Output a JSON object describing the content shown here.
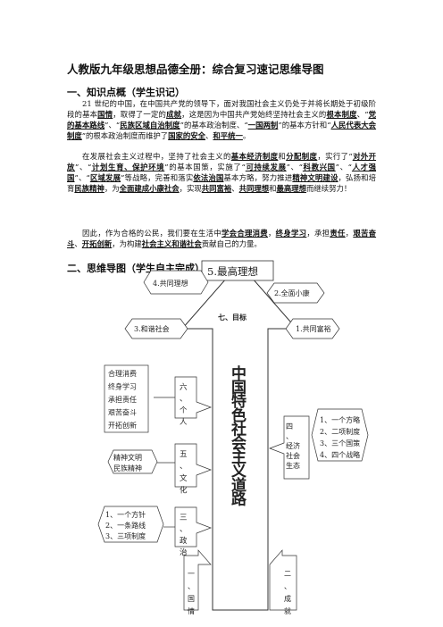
{
  "doc_title": "人教版九年级思想品德全册：综合复习速记思维导图",
  "section1_heading": "一、知识点概（学生识记）",
  "para1": [
    {
      "t": "21 世纪的中国，在中国共产党的领导下，面对我国社会主义仍处于并将长期处于初级阶段的基本"
    },
    {
      "t": "国情",
      "b": true
    },
    {
      "t": "，取得了一定的"
    },
    {
      "t": "成就",
      "b": true
    },
    {
      "t": "，这是因为中国共产党始终坚持社会主义的"
    },
    {
      "t": "根本制度",
      "b": true
    },
    {
      "t": "、“"
    },
    {
      "t": "党的基本路线",
      "b": true
    },
    {
      "t": "”、“"
    },
    {
      "t": "民族区域自治制度",
      "b": true
    },
    {
      "t": "”的基本政治制度、“"
    },
    {
      "t": "一国两制",
      "b": true
    },
    {
      "t": "”的基本方针和“"
    },
    {
      "t": "人民代表大会制度",
      "b": true
    },
    {
      "t": "”的根本政治制度而维护了"
    },
    {
      "t": "国家的安全",
      "b": true
    },
    {
      "t": "、"
    },
    {
      "t": "和平统一",
      "b": true
    },
    {
      "t": "。"
    }
  ],
  "para2": [
    {
      "t": "在发展社会主义过程中，坚持了社会主义的"
    },
    {
      "t": "基本经济制度",
      "b": true
    },
    {
      "t": "和"
    },
    {
      "t": "分配制度",
      "b": true
    },
    {
      "t": "，实行了“"
    },
    {
      "t": "对外开放",
      "b": true
    },
    {
      "t": "”、“"
    },
    {
      "t": "计划生育、保护环境",
      "b": true
    },
    {
      "t": "”的基本国策，实施了“"
    },
    {
      "t": "可持续发展",
      "b": true
    },
    {
      "t": "”、“"
    },
    {
      "t": "科教兴国",
      "b": true
    },
    {
      "t": "”、“"
    },
    {
      "t": "人才强国",
      "b": true
    },
    {
      "t": "”、“"
    },
    {
      "t": "区域发展",
      "b": true
    },
    {
      "t": "”等战略，完善和落实"
    },
    {
      "t": "依法治国",
      "b": true
    },
    {
      "t": "基本方略，努力推进"
    },
    {
      "t": "精神文明建设",
      "b": true
    },
    {
      "t": "，弘扬和培育"
    },
    {
      "t": "民族精神",
      "b": true
    },
    {
      "t": "，为"
    },
    {
      "t": "全面建成小康社会",
      "b": true
    },
    {
      "t": "，实现"
    },
    {
      "t": "共同富裕",
      "b": true
    },
    {
      "t": "、"
    },
    {
      "t": "共同理想",
      "b": true
    },
    {
      "t": "和"
    },
    {
      "t": "最高理想",
      "b": true
    },
    {
      "t": "而继续努力！"
    }
  ],
  "para3": [
    {
      "t": "因此，作为合格的公民，我们要在生活中"
    },
    {
      "t": "学会合理消费",
      "b": true
    },
    {
      "t": "，"
    },
    {
      "t": "终身学习",
      "b": true
    },
    {
      "t": "，承担"
    },
    {
      "t": "责任",
      "b": true
    },
    {
      "t": "，"
    },
    {
      "t": "艰苦奋斗",
      "b": true
    },
    {
      "t": "、"
    },
    {
      "t": "开拓创新",
      "b": true
    },
    {
      "t": "，为构建"
    },
    {
      "t": "社会主义和谐社会",
      "b": true
    },
    {
      "t": "贡献自己的力量。"
    }
  ],
  "section2_heading": "二、思维导图（学生自主完成）",
  "mindmap": {
    "top_box": "5.最高理想",
    "goal_label": "七、目标",
    "center_text": "中国特色社会主义道路",
    "goals": [
      "4.共同理想",
      "2.全面小康",
      "3.和谐社会",
      "1.共同富裕"
    ],
    "culture_list": [
      "合理消费",
      "终身学习",
      "承担责任",
      "艰苦奋斗",
      "开拓创新"
    ],
    "node6": "六、个人",
    "node5": "五、文化",
    "node3": "三、政治",
    "node1": "一、国情",
    "node2": "二、成就",
    "node4": "四、经济社会生态",
    "spirit_list": [
      "精神文明",
      "民族精神"
    ],
    "politics_list": [
      "1、一个方针",
      "2、一条路线",
      "3、三项制度"
    ],
    "economy_list": [
      "1、一个方略",
      "2、二项制度",
      "3、三个国策",
      "4、四个战略"
    ]
  }
}
